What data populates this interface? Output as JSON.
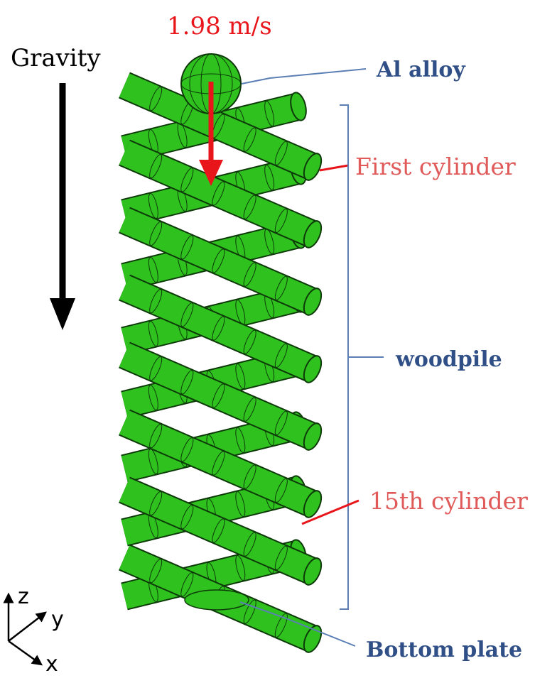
{
  "velocity_label": "1.98 m/s",
  "gravity_label": "Gravity",
  "labels": {
    "al_alloy": "Al alloy",
    "first_cylinder": "First cylinder",
    "woodpile": "woodpile",
    "fifteenth_cylinder": "15th cylinder",
    "bottom_plate": "Bottom plate"
  },
  "axes": {
    "z": "z",
    "y": "y",
    "x": "x"
  },
  "colors": {
    "cylinder": "#2fc21f",
    "outline": "#0d3a08",
    "red": "#e8151b",
    "label_red": "#e05a5a",
    "label_blue": "#2f4f86",
    "leader": "#5b7fb5"
  }
}
